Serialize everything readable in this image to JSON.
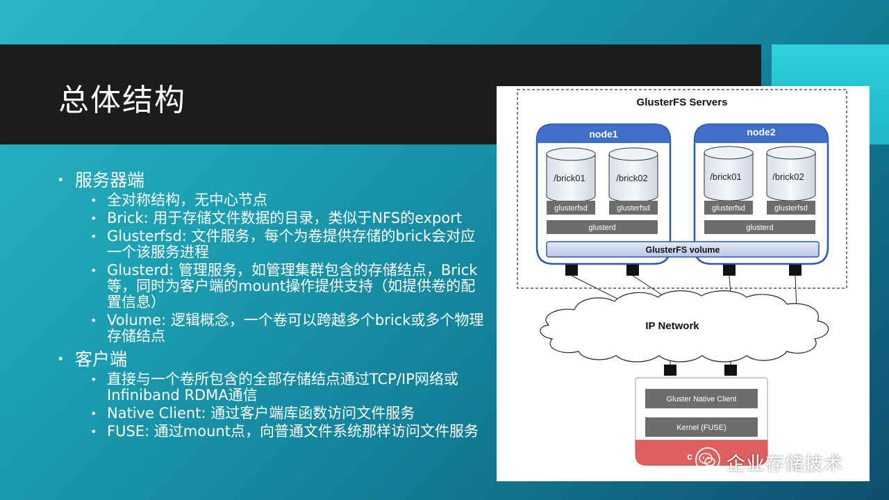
{
  "slide": {
    "title": "总体结构",
    "bullets": [
      {
        "heading": "服务器端",
        "items": [
          {
            "text": "全对称结构，无中心节点"
          },
          {
            "text": "Brick: 用于存储文件数据的目录，类似于NFS的export"
          },
          {
            "text": "Glusterfsd: 文件服务，每个为卷提供存储的brick会对应一个该服务进程"
          },
          {
            "text": "Glusterd: 管理服务，如管理集群包含的存储结点，Brick等，同时为客户端的mount操作提供支持（如提供卷的配置信息）"
          },
          {
            "text": "Volume: 逻辑概念，一个卷可以跨越多个brick或多个物理存储结点"
          }
        ]
      },
      {
        "heading": "客户端",
        "items": [
          {
            "text": "直接与一个卷所包含的全部存储结点通过TCP/IP网络或Infiniband RDMA通信"
          },
          {
            "text": "Native Client: 通过客户端库函数访问文件服务"
          },
          {
            "text": "FUSE: 通过mount点，向普通文件系统那样访问文件服务"
          }
        ]
      }
    ]
  },
  "diagram": {
    "servers_title": "GlusterFS Servers",
    "node1": {
      "label": "node1",
      "brick_a": "/brick01",
      "brick_b": "/brick02",
      "fsd_a": "glusterfsd",
      "fsd_b": "glusterfsd",
      "glusterd": "glusterd"
    },
    "node2": {
      "label": "node2",
      "brick_a": "/brick01",
      "brick_b": "/brick02",
      "fsd_a": "glusterfsd",
      "fsd_b": "glusterfsd",
      "glusterd": "glusterd"
    },
    "volume": "GlusterFS volume",
    "network": "IP Network",
    "client": {
      "native": "Gluster Native Client",
      "kernel": "Kernel (FUSE)",
      "label_partial": "c"
    },
    "colors": {
      "node_blue": "#3f6fc9",
      "node_border": "#2b57b0",
      "client_red": "#e06060",
      "gray_box": "#6d6d6d"
    }
  },
  "watermark": {
    "text": "企业存储技术",
    "icon": "wechat-icon"
  }
}
